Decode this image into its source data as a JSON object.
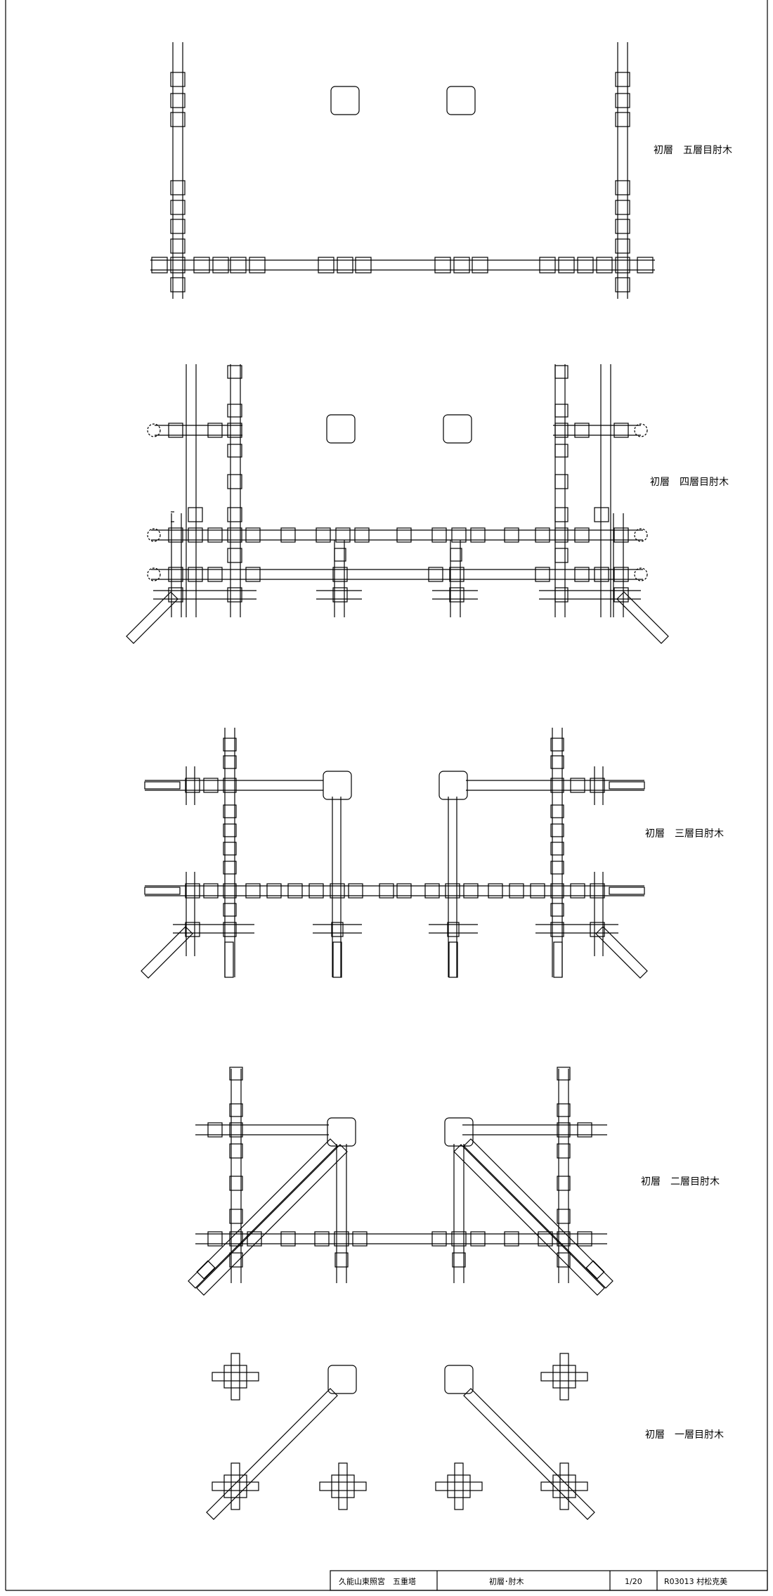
{
  "labels": {
    "level5": "初層　五層目肘木",
    "level4": "初層　四層目肘木",
    "level3": "初層　三層目肘木",
    "level2": "初層　二層目肘木",
    "level1": "初層　一層目肘木"
  },
  "title_block": {
    "project": "久能山東照宮　五重塔",
    "drawing": "初層･肘木",
    "scale": "1/20",
    "drawing_no": "R03013 村松克美"
  }
}
